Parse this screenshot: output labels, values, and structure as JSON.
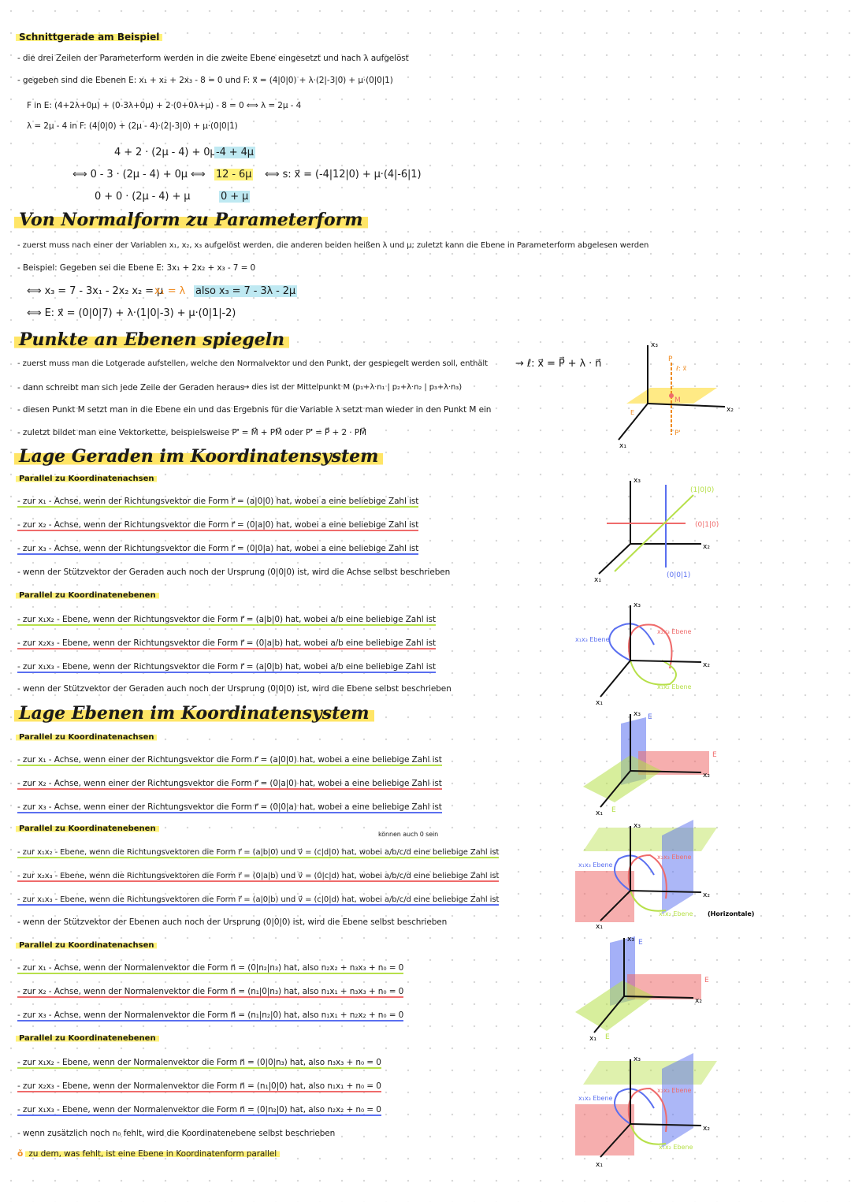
{
  "sections": {
    "schnitt": {
      "title": "Schnittgerade am Beispiel",
      "l1": "- die drei Zeilen der Parameterform werden in die zweite Ebene eingesetzt und nach λ aufgelöst",
      "l2": "- gegeben sind die Ebenen E: x₁ + x₂ + 2x₃ - 8 = 0 und F: x⃗ = (4|0|0) + λ·(2|-3|0) + μ·(0|0|1)",
      "l3": "F in E: (4+2λ+0μ) + (0-3λ+0μ) + 2·(0+0λ+μ) - 8 = 0 ⟺ λ = 2μ - 4",
      "l4": "λ = 2μ - 4 in F: (4|0|0) + (2μ - 4)·(2|-3|0) + μ·(0|0|1)",
      "m1a": "4 + 2 · (2μ - 4) + 0μ",
      "m1b": "-4 + 4μ",
      "m2a": "⟺  0 - 3 · (2μ - 4) + 0μ  ⟺",
      "m2b": "12 - 6μ",
      "m2c": "⟺  s: x⃗ = (-4|12|0) + μ·(4|-6|1)",
      "m3a": "0 + 0 · (2μ - 4) + μ",
      "m3b": "0 + μ"
    },
    "normal": {
      "title": "Von Normalform zu Parameterform",
      "l1": "- zuerst muss nach einer der Variablen x₁, x₂, x₃ aufgelöst werden, die anderen beiden heißen λ und μ; zuletzt kann die Ebene in Parameterform abgelesen werden",
      "l2": "- Beispiel: Gegeben sei die Ebene E: 3x₁ + 2x₂ + x₃ - 7 = 0",
      "l3a": "⟺ x₃ = 7 - 3x₁ - 2x₂    x₂ = μ",
      "l3b": "x₁ = λ",
      "l3c": "also x₃ = 7 - 3λ - 2μ",
      "l4": "⟺ E: x⃗ = (0|0|7) + λ·(1|0|-3) + μ·(0|1|-2)"
    },
    "spiegeln": {
      "title": "Punkte an Ebenen spiegeln",
      "l1": "- zuerst muss man die Lotgerade aufstellen, welche den Normalvektor und den Punkt, der gespiegelt werden soll, enthält",
      "l1b": "→ ℓ: x⃗ = P⃗ + λ · n⃗",
      "l2": "- dann schreibt man sich jede Zeile der Geraden heraus",
      "l2b": "→ dies ist der Mittelpunkt M (p₁+λ·n₁ | p₂+λ·n₂ | p₃+λ·n₃)",
      "l3": "- diesen Punkt M setzt man in die Ebene ein und das Ergebnis für die Variable λ setzt man wieder in den Punkt M ein",
      "l4": "- zuletzt bildet man eine Vektorkette, beispielsweise P'⃗ = M⃗ + PM⃗  oder  P'⃗ = P⃗ + 2 · PM⃗"
    },
    "geraden": {
      "title": "Lage Geraden im Koordinatensystem",
      "sub1": "Parallel zu Koordinatenachsen",
      "a1": "- zur x₁ - Achse, wenn der Richtungsvektor die Form r⃗ = (a|0|0) hat, wobei a eine beliebige Zahl ist",
      "a2": "- zur x₂ - Achse, wenn der Richtungsvektor die Form r⃗ = (0|a|0) hat, wobei a eine beliebige Zahl ist",
      "a3": "- zur x₃ - Achse, wenn der Richtungsvektor die Form r⃗ = (0|0|a) hat, wobei a eine beliebige Zahl ist",
      "a4": "- wenn der Stützvektor der Geraden auch noch der Ursprung (0|0|0) ist, wird die Achse selbst beschrieben",
      "sub2": "Parallel zu Koordinatenebenen",
      "b1": "- zur x₁x₂ - Ebene, wenn der Richtungsvektor die Form r⃗ = (a|b|0) hat, wobei a/b eine beliebige Zahl ist",
      "b2": "- zur x₂x₃ - Ebene, wenn der Richtungsvektor die Form r⃗ = (0|a|b) hat, wobei a/b eine beliebige Zahl ist",
      "b3": "- zur x₁x₃ - Ebene, wenn der Richtungsvektor die Form r⃗ = (a|0|b) hat, wobei a/b eine beliebige Zahl ist",
      "b4": "- wenn der Stützvektor der Geraden auch noch der Ursprung (0|0|0) ist, wird die Ebene selbst beschrieben"
    },
    "ebenen": {
      "title": "Lage Ebenen im Koordinatensystem",
      "sub1": "Parallel zu Koordinatenachsen",
      "a1": "- zur x₁ - Achse, wenn einer der Richtungsvektor die Form r⃗ = (a|0|0) hat, wobei a eine beliebige Zahl ist",
      "a2": "- zur x₂ - Achse, wenn einer der Richtungsvektor die Form r⃗ = (0|a|0) hat, wobei a eine beliebige Zahl ist",
      "a3": "- zur x₃ - Achse, wenn einer der Richtungsvektor die Form r⃗ = (0|0|a) hat, wobei a eine beliebige Zahl ist",
      "sub2": "Parallel zu Koordinatenebenen",
      "note": "können auch 0 sein",
      "b1": "- zur x₁x₂ - Ebene, wenn die Richtungsvektoren die Form r⃗ = (a|b|0) und v⃗ = (c|d|0) hat, wobei a/b/c/d eine beliebige Zahl ist",
      "b2": "- zur x₂x₃ - Ebene, wenn die Richtungsvektoren die Form r⃗ = (0|a|b) und v⃗ = (0|c|d) hat, wobei a/b/c/d eine beliebige Zahl ist",
      "b3": "- zur x₁x₃ - Ebene, wenn die Richtungsvektoren die Form r⃗ = (a|0|b) und v⃗ = (c|0|d) hat, wobei a/b/c/d eine beliebige Zahl ist",
      "b4": "- wenn der Stützvektor der Ebenen auch noch der Ursprung (0|0|0) ist, wird die Ebene selbst beschrieben",
      "sub3": "Parallel zu Koordinatenachsen",
      "c1": "- zur x₁ - Achse, wenn der Normalenvektor die Form n⃗ = (0|n₂|n₃) hat, also n₂x₂ + n₃x₃ + n₀ = 0",
      "c2": "- zur x₂ - Achse, wenn der Normalenvektor die Form n⃗ = (n₁|0|n₃) hat, also n₁x₁ + n₃x₃ + n₀ = 0",
      "c3": "- zur x₃ - Achse, wenn der Normalenvektor die Form n⃗ = (n₁|n₂|0) hat, also n₁x₁ + n₂x₂ + n₀ = 0",
      "sub4": "Parallel zu Koordinatenebenen",
      "d1": "- zur x₁x₂ - Ebene, wenn der Normalenvektor die Form n⃗ = (0|0|n₃) hat, also n₃x₃ + n₀ = 0",
      "d2": "- zur x₂x₃ - Ebene, wenn der Normalenvektor die Form n⃗ = (n₁|0|0) hat, also n₁x₁ + n₀ = 0",
      "d3": "- zur x₁x₃ - Ebene, wenn der Normalenvektor die Form n⃗ = (0|n₂|0) hat, also n₂x₂ + n₀ = 0",
      "d4": "- wenn zusätzlich noch n₀ fehlt, wird die Koordinatenebene selbst beschrieben",
      "final": "zu dem, was fehlt, ist eine Ebene in Koordinatenform parallel"
    }
  },
  "figures": {
    "f1": {
      "x1": "x₁",
      "x2": "x₂",
      "x3": "x₃",
      "E": "E",
      "M": "M",
      "P": "P",
      "Pp": "P'",
      "l": "ℓ: x⃗"
    },
    "f2": {
      "x1": "x₁",
      "x2": "x₂",
      "x3": "x₃",
      "v1": "(0|0|1)",
      "v2": "(0|1|0)",
      "v3": "(1|0|0)"
    },
    "f3": {
      "x1": "x₁",
      "x2": "x₂",
      "x3": "x₃",
      "e13": "x₁x₃ Ebene",
      "e23": "x₂x₃ Ebene",
      "e12": "x₁x₂ Ebene"
    },
    "f4": {
      "x1": "x₁",
      "x2": "x₂",
      "x3": "x₃",
      "E": "E"
    },
    "f5": {
      "x1": "x₁",
      "x2": "x₂",
      "x3": "x₃",
      "e13": "x₁x₃ Ebene",
      "e23": "x₂x₃ Ebene",
      "e12": "x₁x₂ Ebene",
      "horiz": "(Horizontale)"
    },
    "f6": {
      "x1": "x₁",
      "x2": "x₂",
      "x3": "x₃",
      "E": "E"
    },
    "f7": {
      "x1": "x₁",
      "x2": "x₂",
      "x3": "x₃",
      "e13": "x₁x₃ Ebene",
      "e23": "x₂x₃ Ebene",
      "e12": "x₁x₂ Ebene"
    }
  },
  "colors": {
    "highlight": "#fff27a",
    "green": "#b7e04a",
    "red": "#ef6b6b",
    "blue": "#5a6ff0",
    "orange": "#ef8a1f",
    "teal": "#bfe9f2"
  }
}
